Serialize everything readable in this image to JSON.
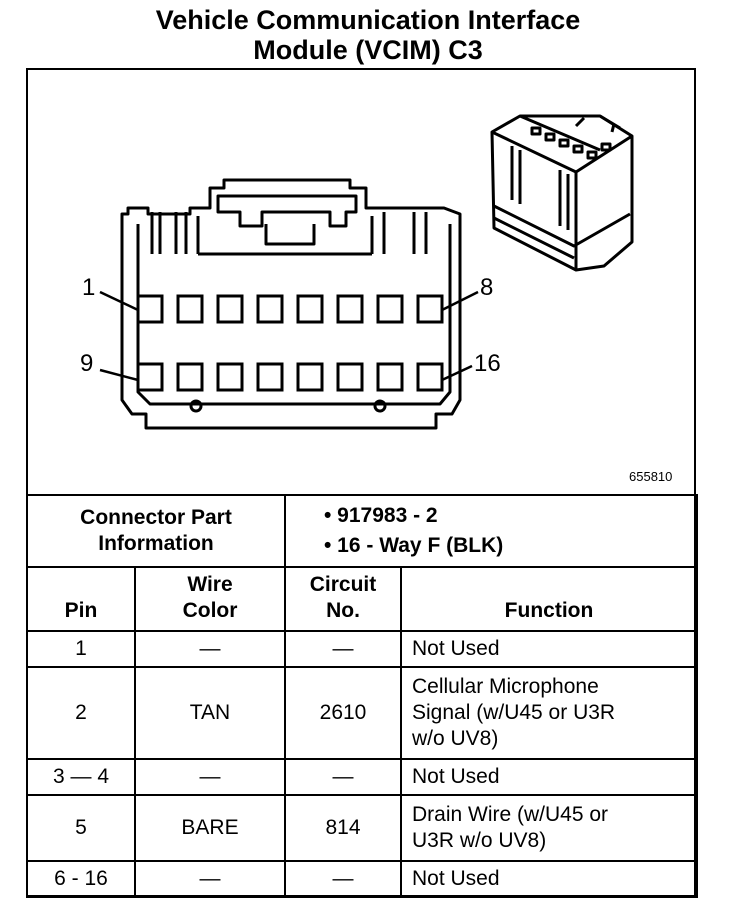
{
  "title": {
    "line1": "Vehicle Communication Interface",
    "line2": "Module (VCIM) C3"
  },
  "diagram": {
    "pin_labels": {
      "pin1": "1",
      "pin8": "8",
      "pin9": "9",
      "pin16": "16"
    },
    "figure_code": "655810"
  },
  "connector_info": {
    "label_line1": "Connector Part",
    "label_line2": "Information",
    "values": [
      "• 917983 - 2",
      "• 16 - Way F (BLK)"
    ]
  },
  "table": {
    "headers": {
      "pin": "Pin",
      "wire_line1": "Wire",
      "wire_line2": "Color",
      "circuit_line1": "Circuit",
      "circuit_line2": "No.",
      "function": "Function"
    },
    "rows": [
      {
        "pin": "1",
        "wire": "—",
        "circuit": "—",
        "function": [
          "Not Used"
        ]
      },
      {
        "pin": "2",
        "wire": "TAN",
        "circuit": "2610",
        "function": [
          "Cellular Microphone",
          "Signal (w/U45 or U3R",
          "w/o UV8)"
        ]
      },
      {
        "pin": "3 — 4",
        "wire": "—",
        "circuit": "—",
        "function": [
          "Not Used"
        ]
      },
      {
        "pin": "5",
        "wire": "BARE",
        "circuit": "814",
        "function": [
          "Drain Wire (w/U45 or",
          "U3R w/o UV8)"
        ]
      },
      {
        "pin": "6 - 16",
        "wire": "—",
        "circuit": "—",
        "function": [
          "Not Used"
        ]
      }
    ]
  }
}
